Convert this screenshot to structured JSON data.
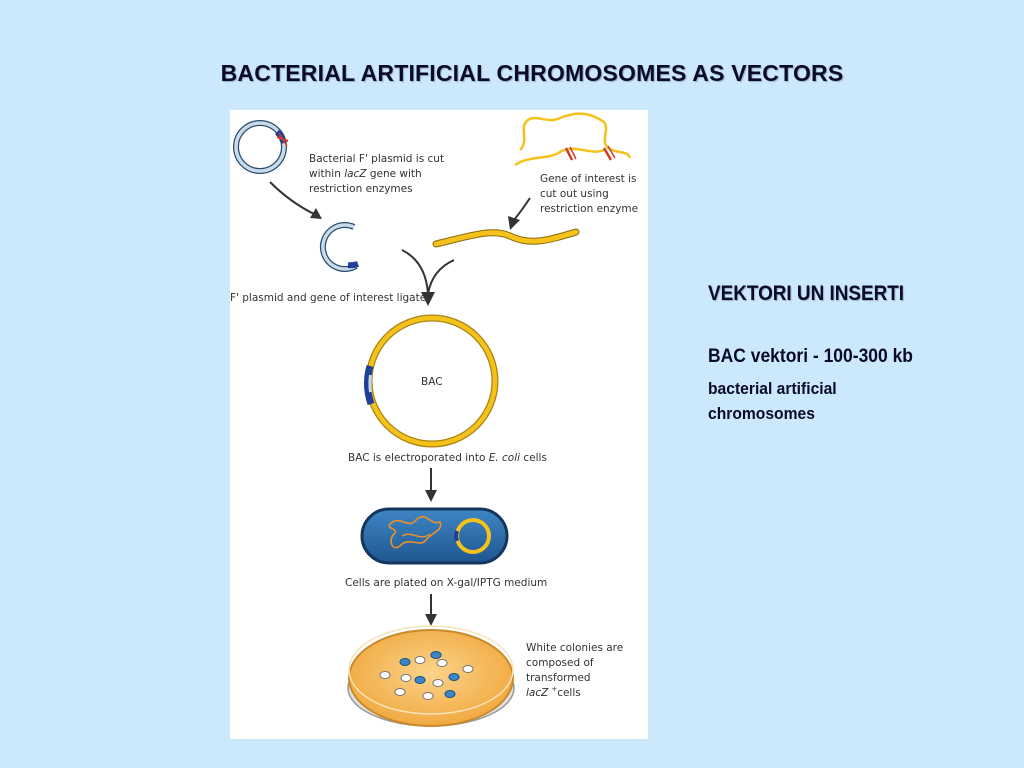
{
  "slide": {
    "title": "BACTERIAL ARTIFICIAL CHROMOSOMES AS VECTORS"
  },
  "figure": {
    "step1_line1": "Bacterial F' plasmid is cut",
    "step1_line2_pre": "within ",
    "step1_line2_italic": "lacZ",
    "step1_line2_post": " gene with",
    "step1_line3": "restriction enzymes",
    "gene_line1": "Gene of interest is",
    "gene_line2": "cut out using",
    "gene_line3": "restriction enzyme",
    "ligate_label": "F' plasmid and gene of interest ligate",
    "bac_label": "BAC",
    "electro_pre": "BAC is electroporated into ",
    "electro_italic": "E. coli",
    "electro_post": " cells",
    "plated_label": "Cells are plated on X-gal/IPTG medium",
    "colonies_line1": "White colonies are",
    "colonies_line2": "composed of",
    "colonies_line3": "transformed",
    "colonies_line4_italic": "lacZ",
    "colonies_line4_sup": "+",
    "colonies_line4_post": "cells"
  },
  "side": {
    "heading": "VEKTORI UN INSERTI",
    "line1": "BAC vektori - 100-300 kb",
    "line2": "bacterial artificial chromosomes"
  },
  "colors": {
    "background": "#cce8fb",
    "plasmid_yellow": "#f5c21b",
    "cell_blue": "#2b6aa8",
    "plate_orange": "#f4b24a"
  }
}
